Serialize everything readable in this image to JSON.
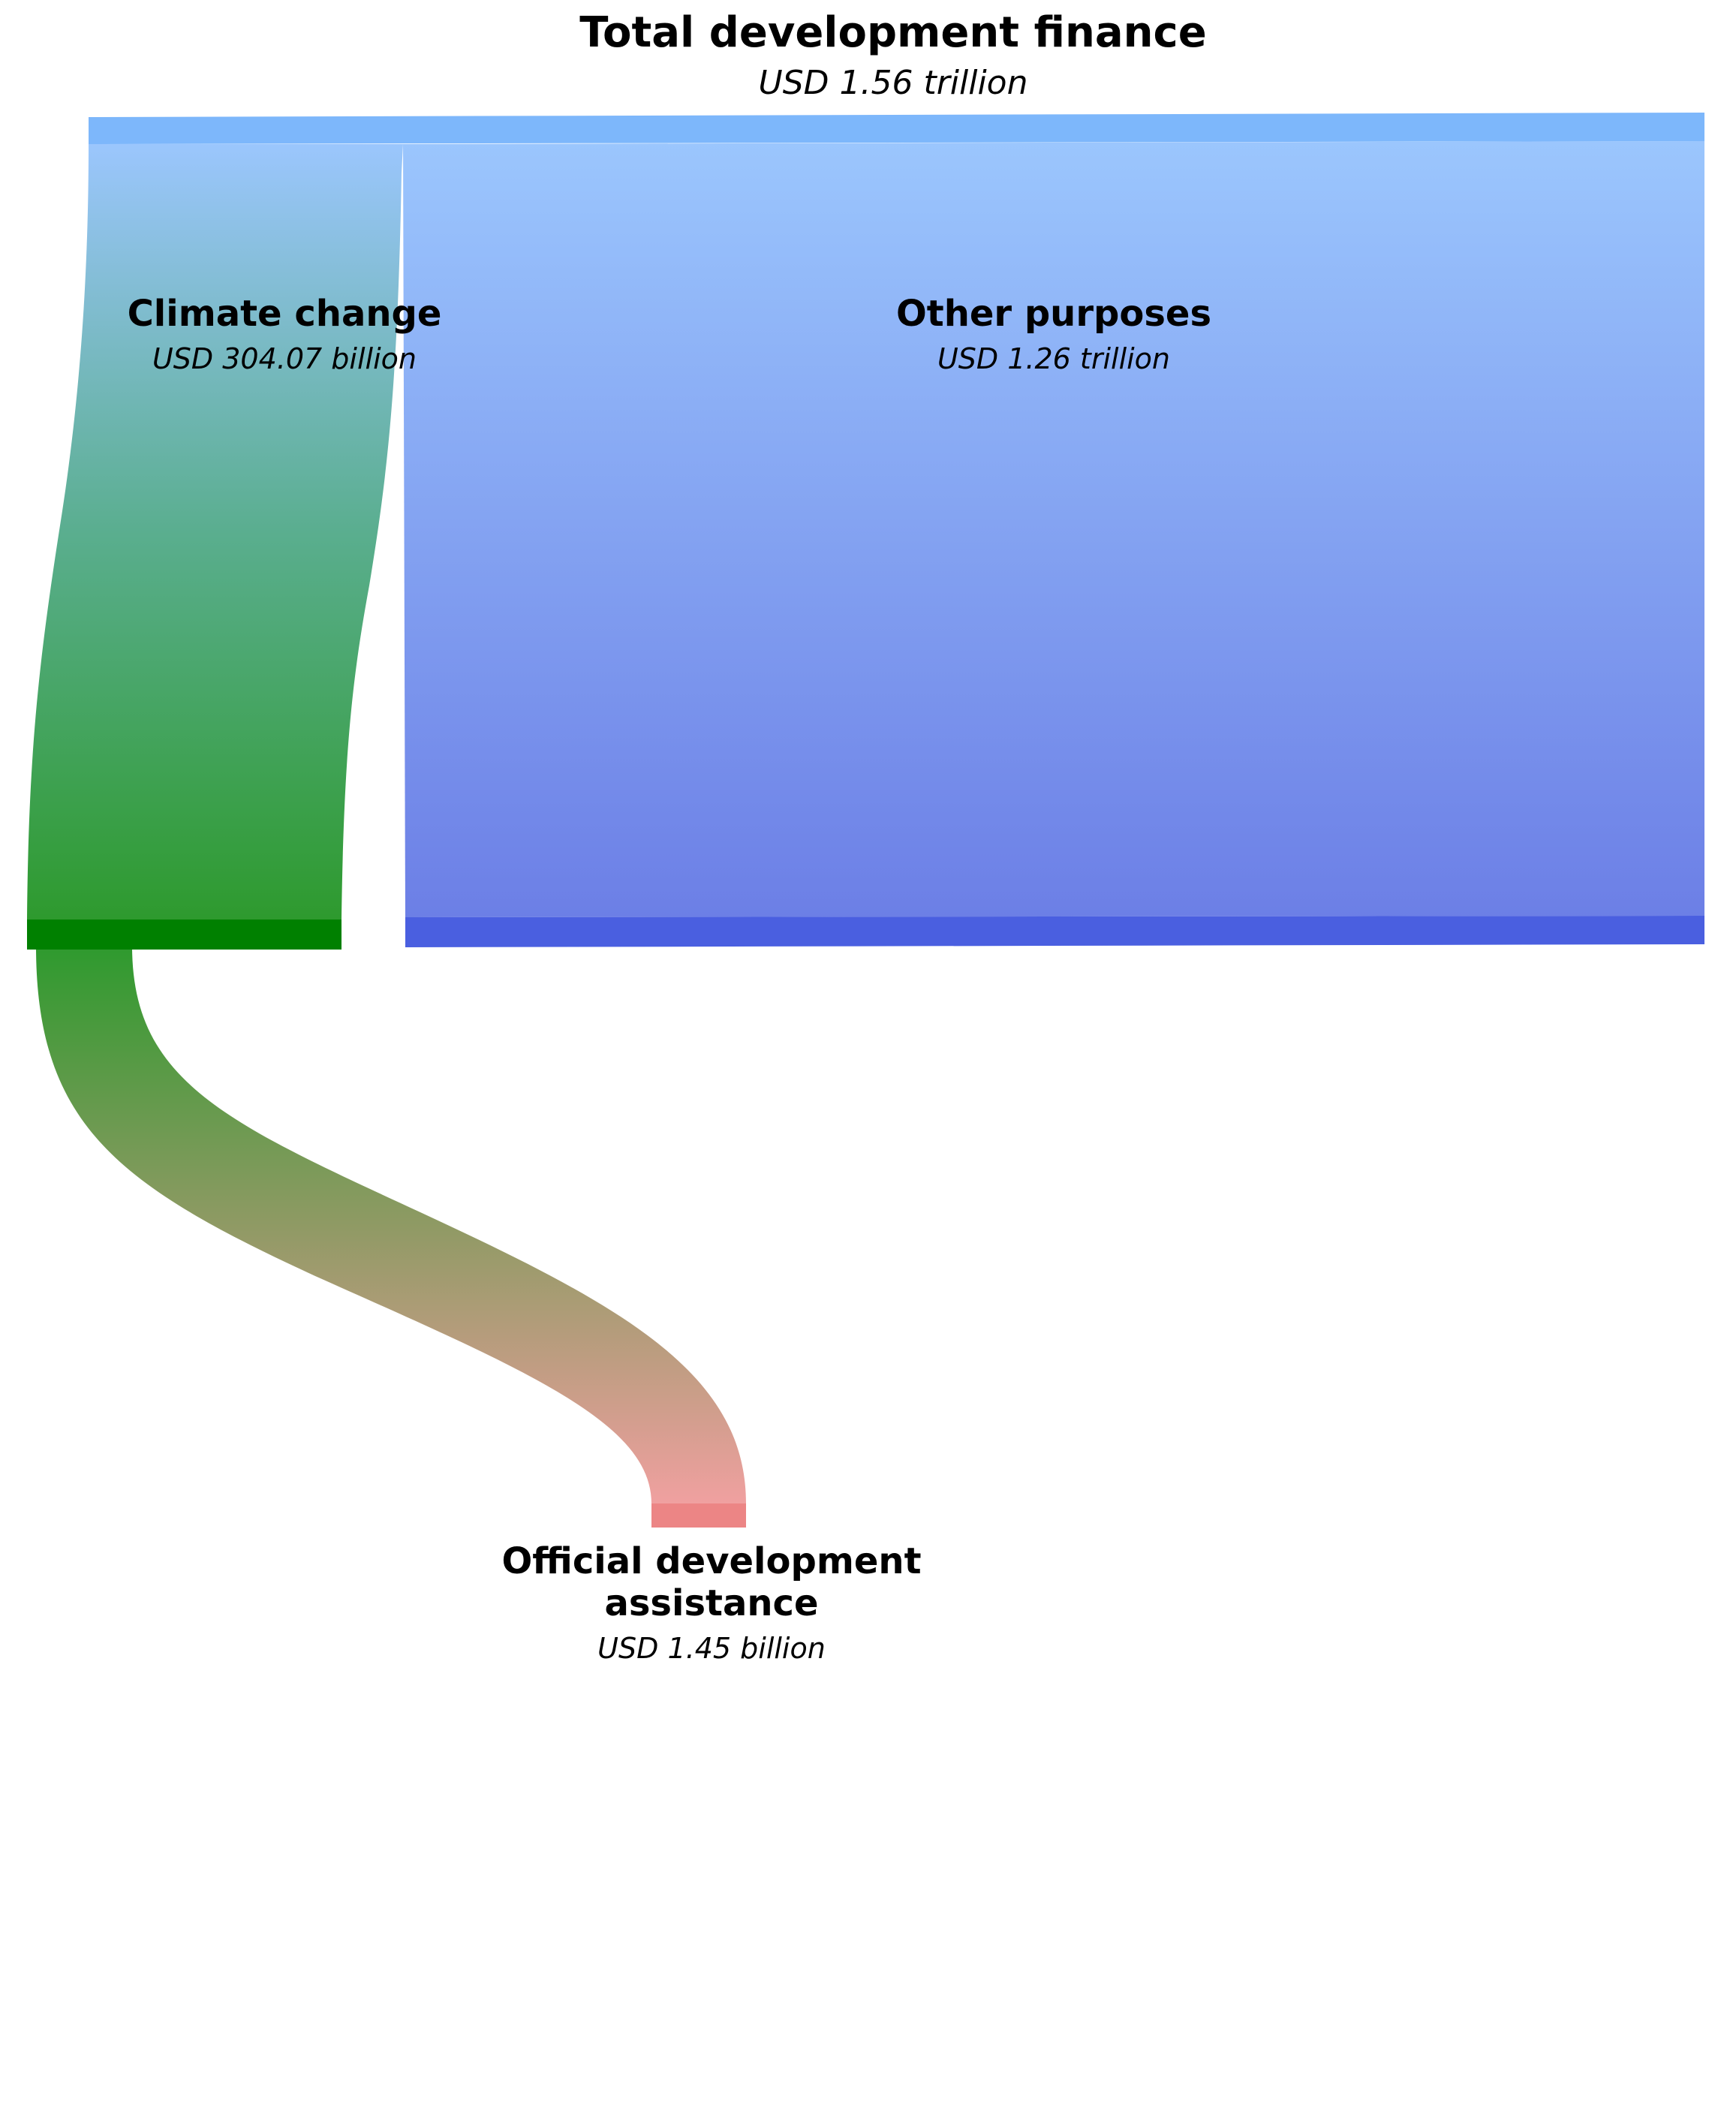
{
  "colors": {
    "total_bar": "#7db7fb",
    "total_light": "#9bc6fd",
    "climate_bar": "#008000",
    "climate_flow_mid": "#5aae8f",
    "climate_flow_bottom": "#2e9a2e",
    "other_bar": "#4a5fe0",
    "other_flow_bottom": "#6c7fe6",
    "oda_bar": "#ec8585",
    "oda_flow_top": "#f0a0a0"
  },
  "nodes": {
    "total": {
      "name": "Total development finance",
      "value_label": "USD 1.56 trillion",
      "value_usd_billion": 1560
    },
    "climate": {
      "name": "Climate change",
      "value_label": "USD 304.07 billion",
      "value_usd_billion": 304.07
    },
    "other": {
      "name": "Other purposes",
      "value_label": "USD 1.26 trillion",
      "value_usd_billion": 1260
    },
    "oda": {
      "name_lines": [
        "Official development",
        "assistance"
      ],
      "value_label": "USD 1.45 billion",
      "value_usd_billion": 1.45
    }
  },
  "flows": [
    {
      "source": "Total development finance",
      "target": "Climate change",
      "value_usd_billion": 304.07
    },
    {
      "source": "Total development finance",
      "target": "Other purposes",
      "value_usd_billion": 1260
    },
    {
      "source": "Climate change",
      "target": "Official development assistance",
      "value_usd_billion": 1.45
    }
  ]
}
